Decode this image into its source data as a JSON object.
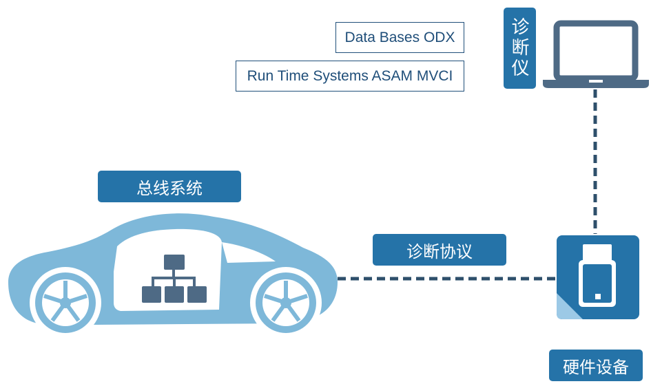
{
  "labels": {
    "data_bases": "Data Bases ODX",
    "run_time": "Run Time Systems ASAM MVCI",
    "tester": "诊断仪",
    "bus_system": "总线系统",
    "diag_protocol": "诊断协议",
    "hardware": "硬件设备"
  },
  "icons": {
    "laptop": "laptop-icon",
    "car": "car-icon",
    "network": "network-hierarchy-icon",
    "obd_device": "obd-interface-device-icon"
  },
  "colors": {
    "primary": "#2573a8",
    "outline": "#1f4e79",
    "car_body": "#7eb8d9",
    "laptop": "#4e6a85",
    "connector": "#2e4f6b"
  }
}
